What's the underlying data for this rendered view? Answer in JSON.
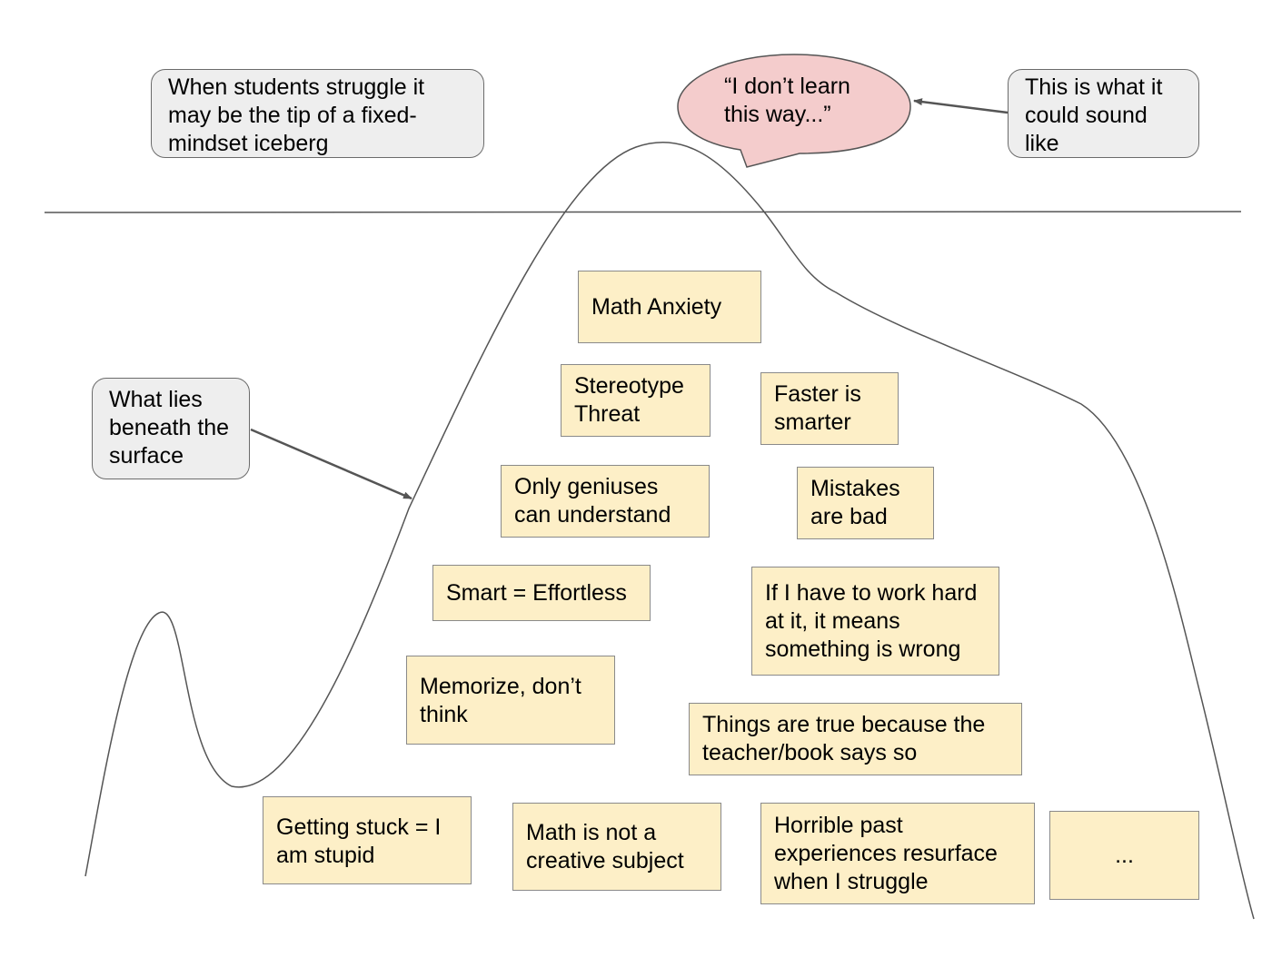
{
  "callouts": {
    "tip": "When students struggle it may be the tip of a fixed-mindset iceberg",
    "sound": "This is what it could sound like",
    "beneath": "What lies beneath the surface"
  },
  "speech_bubble": "“I don’t learn this way...”",
  "notes": [
    "Math Anxiety",
    "Stereotype Threat",
    "Faster is smarter",
    "Only geniuses can understand",
    "Mistakes are bad",
    "Smart = Effortless",
    "If I have to work hard at it, it means something is wrong",
    "Memorize, don’t think",
    "Things are true because the teacher/book says so",
    "Getting stuck = I am stupid",
    "Math is not a creative subject",
    "Horrible past experiences resurface when I struggle",
    "..."
  ],
  "colors": {
    "note_fill": "#fdefc7",
    "callout_fill": "#eeeeee",
    "bubble_fill": "#f4cccc"
  }
}
